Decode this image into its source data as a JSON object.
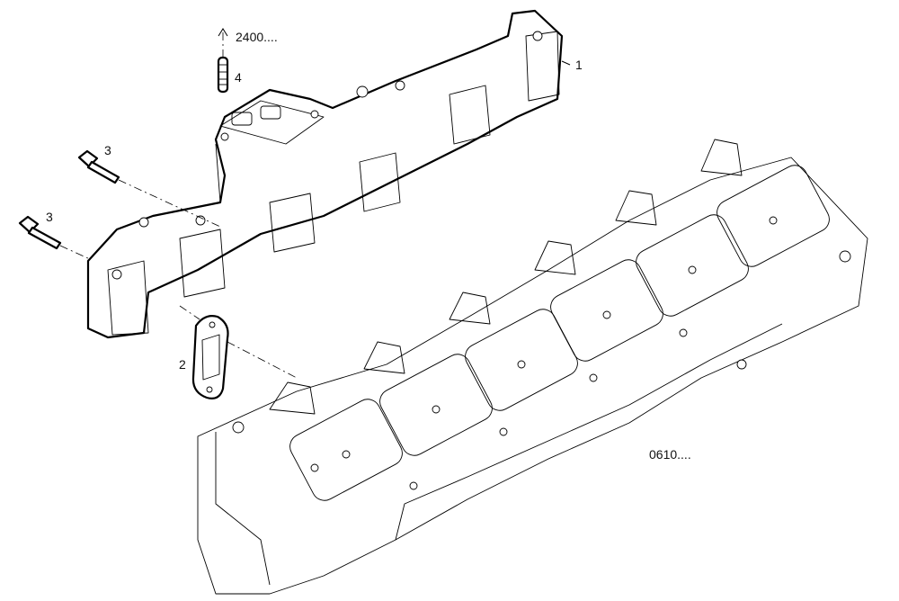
{
  "diagram": {
    "callouts": {
      "ref_top": "2400....",
      "part_1": "1",
      "part_2": "2",
      "part_3a": "3",
      "part_3b": "3",
      "part_4": "4",
      "ref_bottom": "0610...."
    }
  }
}
